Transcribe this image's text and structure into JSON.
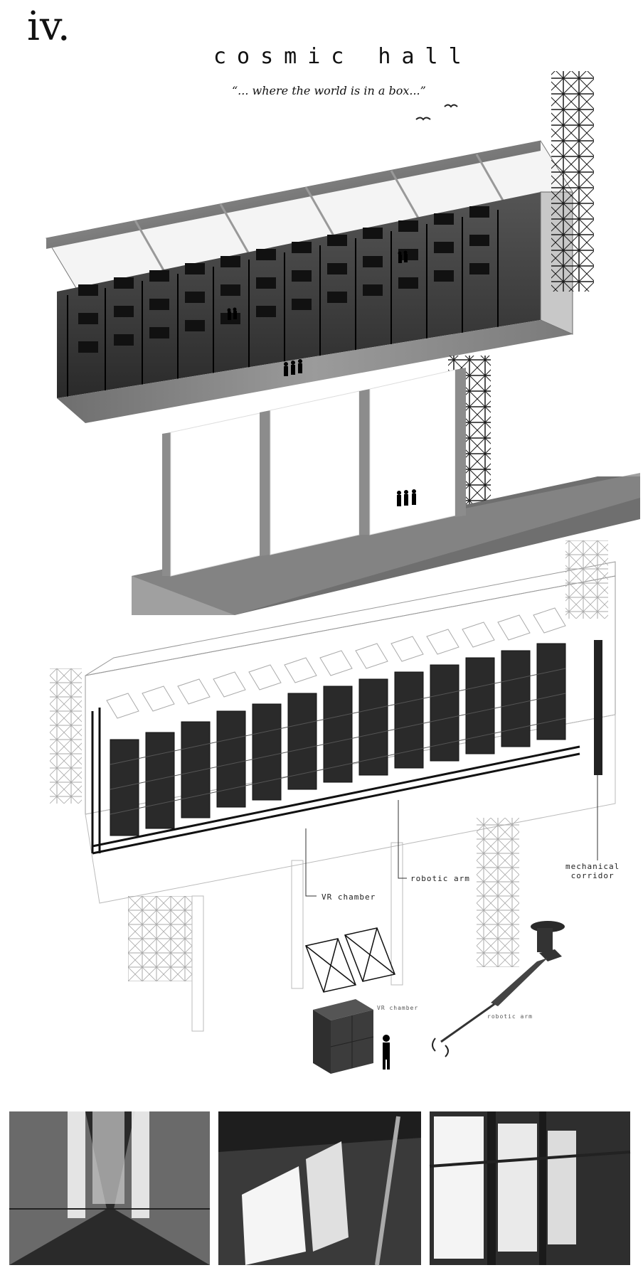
{
  "header": {
    "numeral": "iv.",
    "title": "cosmic hall",
    "quote": "“... where the world is in a box...”"
  },
  "labels": {
    "mechanical_corridor": "mechanical\ncorridor",
    "robotic_arm": "robotic arm",
    "vr_chamber": "VR chamber",
    "vr_chamber_small": "VR chamber",
    "robotic_arm_small": "robotic arm"
  },
  "colors": {
    "ink": "#111111",
    "concrete": "#8a8a8a",
    "concrete_dark": "#3a3a3a",
    "scaffold": "#1a1a1a",
    "line": "#9a9a9a"
  }
}
